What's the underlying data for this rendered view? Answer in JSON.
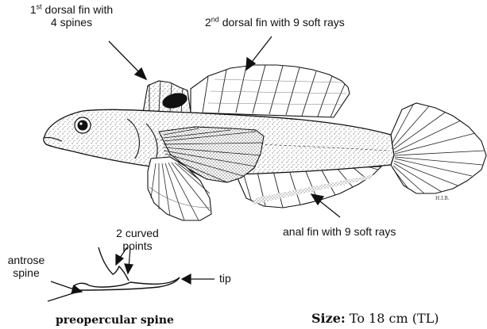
{
  "labels": {
    "dorsal1": {
      "ord": "1",
      "sup": "st",
      "line1": "dorsal fin with",
      "line2": "4 spines"
    },
    "dorsal2": {
      "ord": "2",
      "sup": "nd",
      "text": "dorsal fin with 9 soft rays"
    },
    "anal": "anal fin with 9 soft rays",
    "curved": {
      "line1": "2 curved",
      "line2": "points"
    },
    "antrose": {
      "line1": "antrose",
      "line2": "spine"
    },
    "tip": "tip",
    "preopercular": "preopercular spine",
    "size": {
      "label": "Size:",
      "value": "To 18 cm (TL)"
    }
  },
  "colors": {
    "ink": "#111111",
    "stipple": "#555555",
    "background": "#ffffff"
  }
}
